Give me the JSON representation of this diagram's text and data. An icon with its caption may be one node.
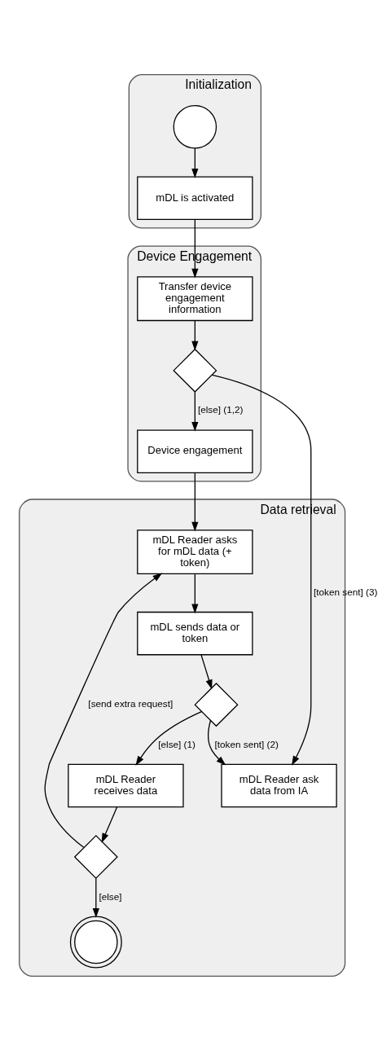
{
  "diagram": {
    "nodes": [
      {
        "text": [
          "Initialization"
        ]
      },
      {
        "text": [],
        "shape": "circle",
        "in": 0
      },
      {
        "text": [
          "mDL is activated"
        ],
        "in": 0
      },
      {
        "text": [
          "Device Engagement"
        ]
      },
      {
        "text": [
          "Transfer device engagement information"
        ],
        "in": 3
      },
      {
        "text": [],
        "shape": "diamond",
        "in": 3
      },
      {
        "text": [
          "Device engagement"
        ],
        "in": 3
      },
      {
        "text": [
          "Data retrieval"
        ]
      },
      {
        "text": [
          "mDL Reader asks for mDL data (+ token)"
        ],
        "in": 7
      },
      {
        "text": [
          "mDL sends data or token"
        ],
        "in": 7
      },
      {
        "text": [],
        "shape": "diamond",
        "in": 7
      },
      {
        "text": [
          "mDL Reader ask data from IA"
        ],
        "in": 7
      },
      {
        "text": [
          "mDL Reader receives data"
        ],
        "in": 7
      },
      {
        "text": [],
        "shape": "diamond",
        "in": 7
      },
      {
        "text": [],
        "shape": "doublecircle",
        "in": 7
      }
    ],
    "edges": [
      {
        "from": 1,
        "to": 2,
        "arrow": "to"
      },
      {
        "from": 2,
        "to": 4,
        "arrow": "to"
      },
      {
        "from": 4,
        "to": 5,
        "arrow": "to"
      },
      {
        "from": 5,
        "to": 11,
        "arrow": "to",
        "label": "[token sent] (3)"
      },
      {
        "from": 5,
        "to": 6,
        "arrow": "to",
        "label": "[else] (1,2)"
      },
      {
        "from": 6,
        "to": 8,
        "arrow": "to"
      },
      {
        "from": 8,
        "to": 9,
        "arrow": "to"
      },
      {
        "from": 9,
        "to": 10,
        "arrow": "to"
      },
      {
        "from": 10,
        "to": 11,
        "arrow": "to",
        "label": "[token sent] (2)"
      },
      {
        "from": 10,
        "to": 12,
        "arrow": "to",
        "label": "[else] (1)"
      },
      {
        "from": 12,
        "to": 13,
        "arrow": "to"
      },
      {
        "from": 13,
        "to": 8,
        "arrow": "to",
        "label": "[send extra request]"
      },
      {
        "from": 13,
        "to": 14,
        "arrow": "to",
        "label": "[else]"
      }
    ]
  }
}
